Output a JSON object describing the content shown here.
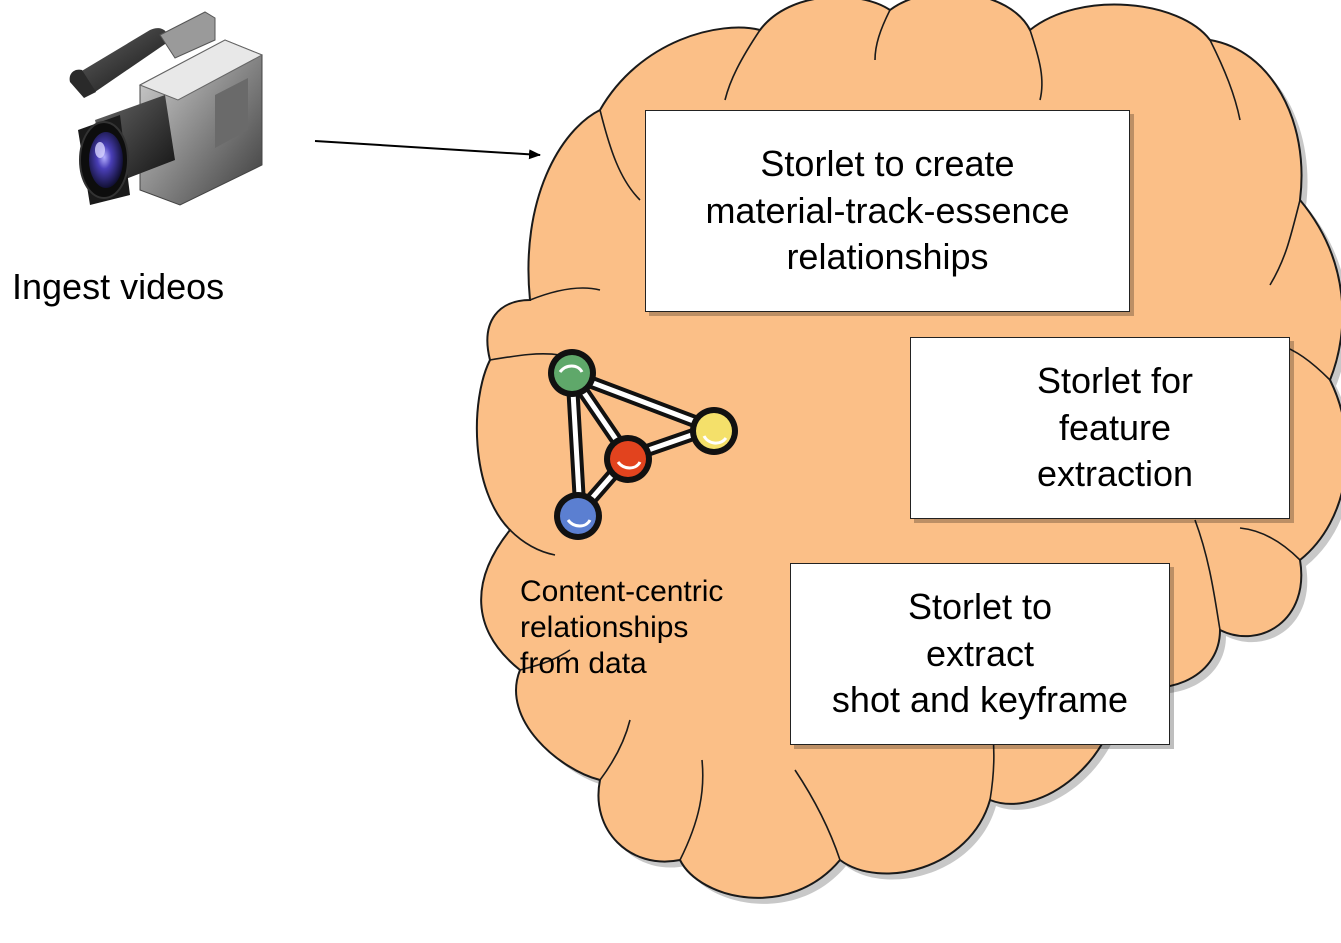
{
  "colors": {
    "cloud_fill": "#FBBF87",
    "cloud_stroke": "#1a1a1a",
    "box_fill": "#ffffff",
    "arrow": "#000000",
    "node_green": "#5fa86a",
    "node_yellow": "#f4e06a",
    "node_red": "#e2431e",
    "node_blue": "#5b7fd1"
  },
  "icons": {
    "camera": "video-camera-icon",
    "network": "graph-network-icon"
  },
  "source": {
    "label": "Ingest videos"
  },
  "boxes": {
    "create": {
      "lines": [
        "Storlet to create",
        "material-track-essence",
        "relationships"
      ]
    },
    "feature": {
      "lines": [
        "Storlet for",
        "feature",
        "extraction"
      ]
    },
    "shot": {
      "lines": [
        "Storlet to",
        "extract",
        "shot and keyframe"
      ]
    }
  },
  "content": {
    "lines": [
      "Content-centric",
      "relationships",
      "from data"
    ]
  }
}
